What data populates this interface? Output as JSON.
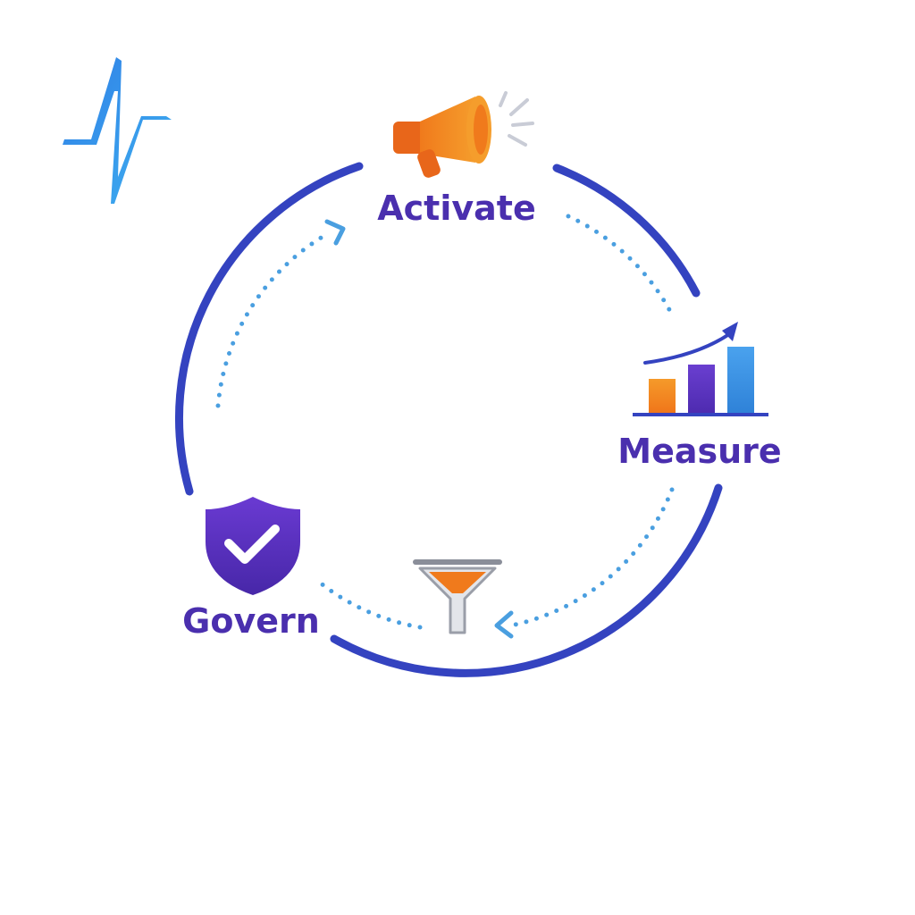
{
  "cycle": {
    "stages": [
      {
        "id": "activate",
        "label": "Activate",
        "icon": "megaphone-icon"
      },
      {
        "id": "measure",
        "label": "Measure",
        "icon": "bar-chart-trend-icon"
      },
      {
        "id": "filter",
        "label": "",
        "icon": "funnel-icon"
      },
      {
        "id": "govern",
        "label": "Govern",
        "icon": "shield-check-icon"
      }
    ],
    "flow_direction": "clockwise"
  },
  "logo": {
    "icon": "pulse-line-logo"
  },
  "colors": {
    "ring": "#3443c0",
    "dots": "#4a9fe0",
    "label": "#4a2fae",
    "orange": "#f07a1c",
    "purple": "#5b34c4",
    "blue": "#3b8ee0"
  }
}
